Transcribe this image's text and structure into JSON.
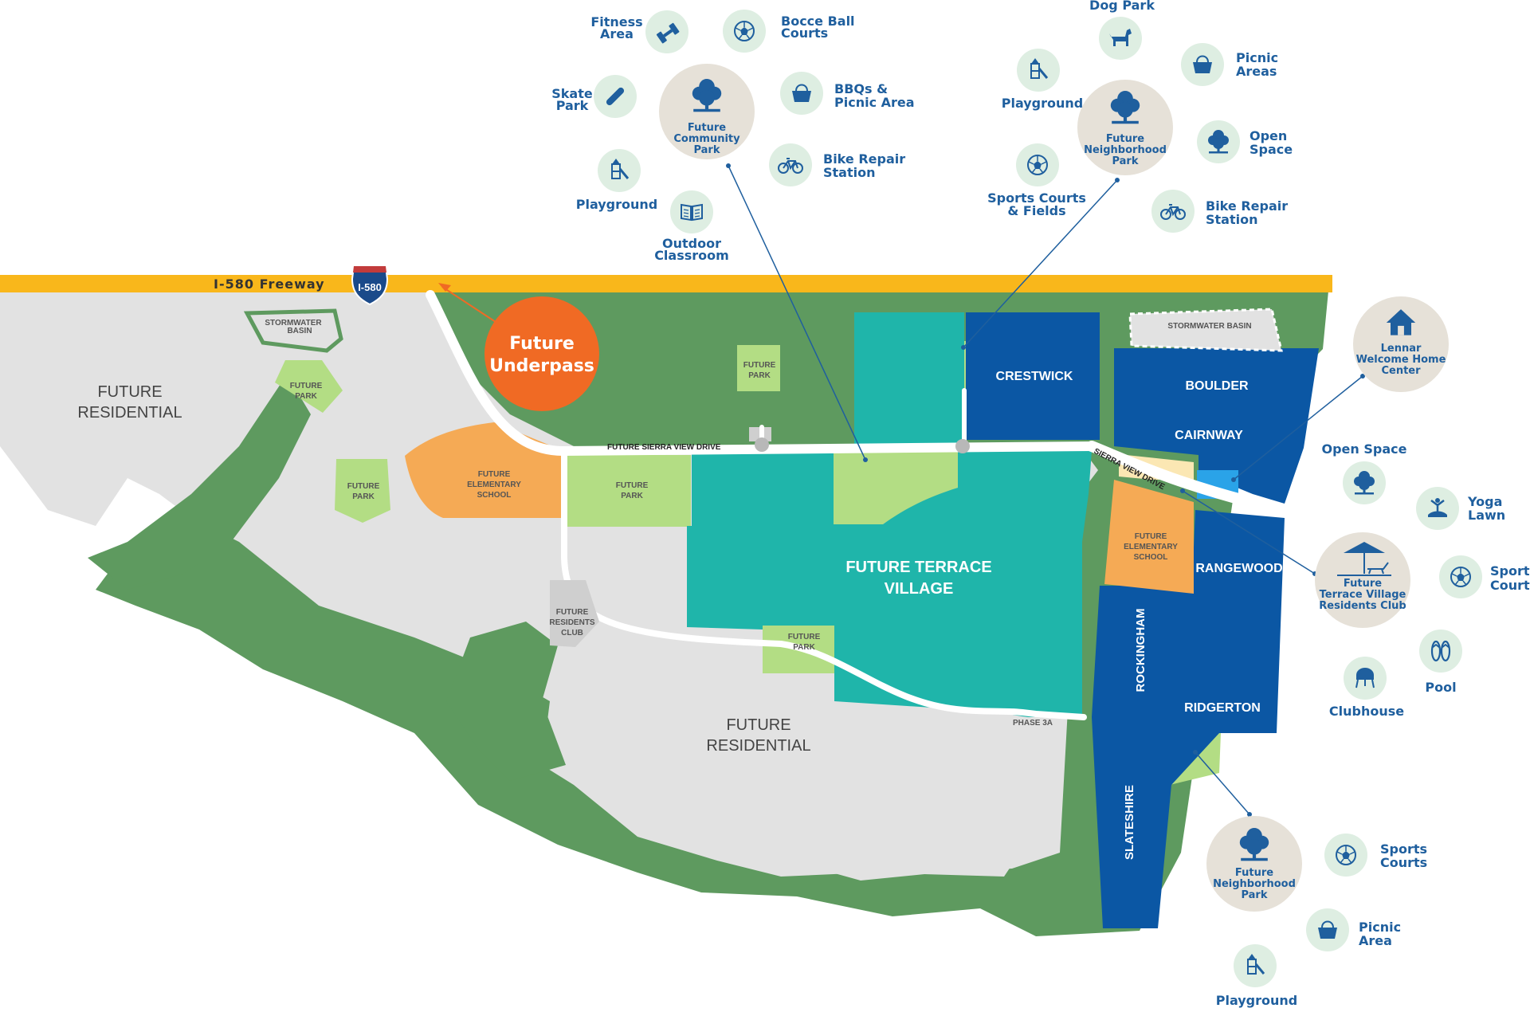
{
  "freeway": {
    "label": "I-580 Freeway",
    "shield": "I-580"
  },
  "underpass": {
    "line1": "Future",
    "line2": "Underpass"
  },
  "streets": {
    "sierra_future": "FUTURE SIERRA VIEW DRIVE",
    "sierra": "SIERRA VIEW DRIVE"
  },
  "areas": {
    "future_residential_left": [
      "FUTURE",
      "RESIDENTIAL"
    ],
    "future_residential_bottom": [
      "FUTURE",
      "RESIDENTIAL"
    ],
    "stormwater_left": [
      "STORMWATER",
      "BASIN"
    ],
    "stormwater_right": "STORMWATER BASIN",
    "future_park": [
      "FUTURE",
      "PARK"
    ],
    "elem_school": [
      "FUTURE",
      "ELEMENTARY",
      "SCHOOL"
    ],
    "residents_club": [
      "FUTURE",
      "RESIDENTS",
      "CLUB"
    ],
    "terrace_village": [
      "FUTURE TERRACE",
      "VILLAGE"
    ],
    "crestwick": "CRESTWICK",
    "boulder": "BOULDER",
    "cairnway": "CAIRNWAY",
    "rangewood": "RANGEWOOD",
    "rockingham": "ROCKINGHAM",
    "ridgerton": "RIDGERTON",
    "slateshire": "SLATESHIRE",
    "phase": "PHASE 3A"
  },
  "hubs": {
    "community_park": [
      "Future",
      "Community",
      "Park"
    ],
    "neighborhood_park_top": [
      "Future",
      "Neighborhood",
      "Park"
    ],
    "welcome_center": [
      "Lennar",
      "Welcome Home",
      "Center"
    ],
    "residents_club": [
      "Future",
      "Terrace Village",
      "Residents Club"
    ],
    "neighborhood_park_bottom": [
      "Future",
      "Neighborhood",
      "Park"
    ]
  },
  "amenities": {
    "fitness": [
      "Fitness",
      "Area"
    ],
    "bocce": [
      "Bocce Ball",
      "Courts"
    ],
    "skate": [
      "Skate",
      "Park"
    ],
    "bbq": [
      "BBQs &",
      "Picnic Area"
    ],
    "bike_repair_1": [
      "Bike Repair",
      "Station"
    ],
    "playground_1": [
      "Playground"
    ],
    "outdoor_classroom": [
      "Outdoor",
      "Classroom"
    ],
    "dog_park": [
      "Dog Park"
    ],
    "playground_2": [
      "Playground"
    ],
    "picnic_areas": [
      "Picnic",
      "Areas"
    ],
    "open_space_1": [
      "Open",
      "Space"
    ],
    "sports_fields": [
      "Sports Courts",
      "& Fields"
    ],
    "bike_repair_2": [
      "Bike Repair",
      "Station"
    ],
    "open_space_2": [
      "Open Space"
    ],
    "yoga": [
      "Yoga",
      "Lawn"
    ],
    "sports_court": [
      "Sports",
      "Court"
    ],
    "pool": [
      "Pool"
    ],
    "clubhouse": [
      "Clubhouse"
    ],
    "sports_courts": [
      "Sports",
      "Courts"
    ],
    "picnic_area": [
      "Picnic",
      "Area"
    ],
    "playground_3": [
      "Playground"
    ]
  },
  "colors": {
    "green_dark": "#5e9a5f",
    "grey": "#e2e2e2",
    "teal": "#1fb5aa",
    "blue": "#0b57a4",
    "light_green": "#b3dd84",
    "orange": "#f5aa55",
    "underpass": "#f06a24",
    "freeway": "#f9b71b",
    "icon_circle": "#deeee2",
    "hub_circle": "#e6e1d8",
    "icon_blue": "#1f5f9e"
  }
}
